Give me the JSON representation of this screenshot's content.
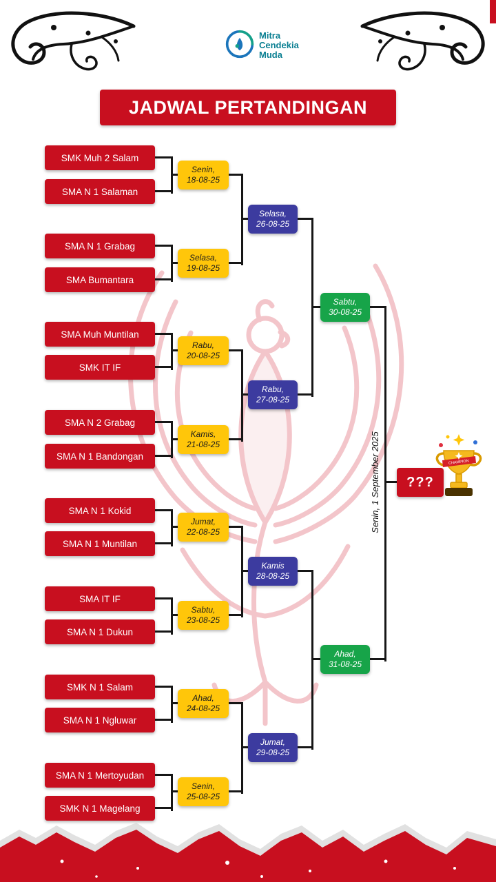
{
  "logo": {
    "line1": "Mitra",
    "line2": "Cendekia",
    "line3": "Muda"
  },
  "title": "JADWAL PERTANDINGAN",
  "bracket": {
    "round1": [
      {
        "team1": "SMK Muh 2 Salam",
        "team2": "SMA N 1 Salaman",
        "day": "Senin,",
        "date": "18-08-25"
      },
      {
        "team1": "SMA N 1 Grabag",
        "team2": "SMA Bumantara",
        "day": "Selasa,",
        "date": "19-08-25"
      },
      {
        "team1": "SMA Muh Muntilan",
        "team2": "SMK IT IF",
        "day": "Rabu,",
        "date": "20-08-25"
      },
      {
        "team1": "SMA N 2 Grabag",
        "team2": "SMA N 1 Bandongan",
        "day": "Kamis,",
        "date": "21-08-25"
      },
      {
        "team1": "SMA N 1 Kokid",
        "team2": "SMA N 1 Muntilan",
        "day": "Jumat,",
        "date": "22-08-25"
      },
      {
        "team1": "SMA IT IF",
        "team2": "SMA N 1 Dukun",
        "day": "Sabtu,",
        "date": "23-08-25"
      },
      {
        "team1": "SMK N 1 Salam",
        "team2": "SMA N 1 Ngluwar",
        "day": "Ahad,",
        "date": "24-08-25"
      },
      {
        "team1": "SMA N 1 Mertoyudan",
        "team2": "SMK N 1 Magelang",
        "day": "Senin,",
        "date": "25-08-25"
      }
    ],
    "round2": [
      {
        "day": "Selasa,",
        "date": "26-08-25"
      },
      {
        "day": "Rabu,",
        "date": "27-08-25"
      },
      {
        "day": "Kamis",
        "date": "28-08-25"
      },
      {
        "day": "Jumat,",
        "date": "29-08-25"
      }
    ],
    "semifinals": [
      {
        "day": "Sabtu,",
        "date": "30-08-25"
      },
      {
        "day": "Ahad,",
        "date": "31-08-25"
      }
    ],
    "final": {
      "schedule": "Senin, 1 September 2025",
      "champion_placeholder": "???"
    }
  },
  "trophy": {
    "band_text": "CHAMPION"
  },
  "colors": {
    "red": "#c80f1f",
    "yellow": "#ffc60a",
    "blue": "#3c3b9f",
    "green": "#17a449",
    "teal": "#0a7f92"
  }
}
